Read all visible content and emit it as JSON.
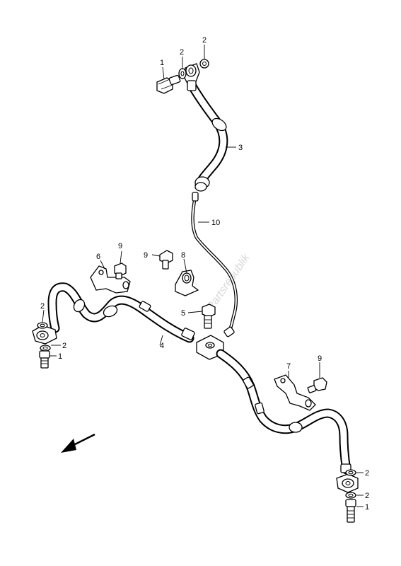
{
  "callouts": {
    "c1_top": "1",
    "c2_top_a": "2",
    "c2_top_b": "2",
    "c3": "3",
    "c10": "10",
    "c6": "6",
    "c9_a": "9",
    "c9_b": "9",
    "c8": "8",
    "c5": "5",
    "c4": "4",
    "c2_left_a": "2",
    "c2_left_b": "2",
    "c1_left": "1",
    "c7": "7",
    "c9_c": "9",
    "c2_right_a": "2",
    "c2_right_b": "2",
    "c1_right": "1"
  },
  "watermark": "Partsrepublik",
  "icons": {
    "direction": "front-direction-arrow-icon"
  }
}
